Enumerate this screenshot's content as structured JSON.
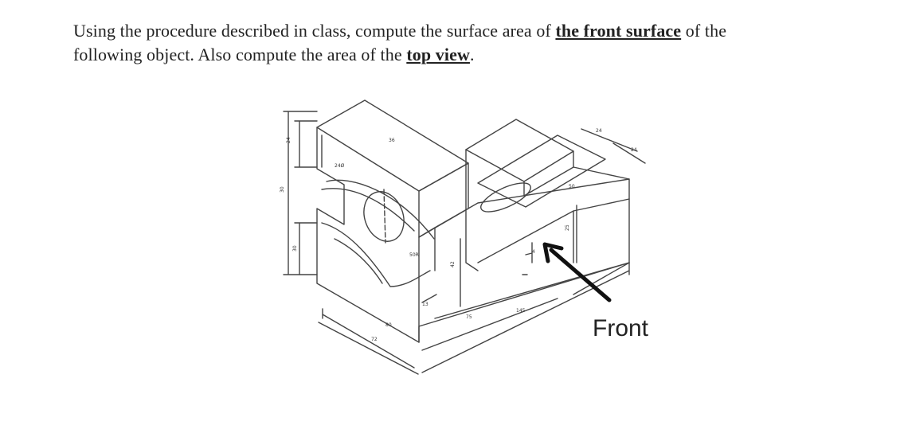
{
  "question": {
    "part1": "Using the procedure described in class, compute the surface area of ",
    "em1": "the front surface",
    "part2": " of the",
    "part3": "following object. Also compute the area of the ",
    "em2": "top view",
    "part4": "."
  },
  "figure": {
    "front_label": "Front",
    "dimensions": {
      "d24_left": "24",
      "d30_left_outer": "30",
      "d30_left_inner": "30",
      "d36": "36",
      "d24d": "24Ø",
      "d50r": "50R",
      "d42": "42",
      "d13": "13",
      "d80": "80",
      "d72": "72",
      "d75": "75",
      "d145": "145",
      "d24_top": "24",
      "d24_top2": "24",
      "d50_slot": "50",
      "d25": "25",
      "d4": "4"
    }
  }
}
